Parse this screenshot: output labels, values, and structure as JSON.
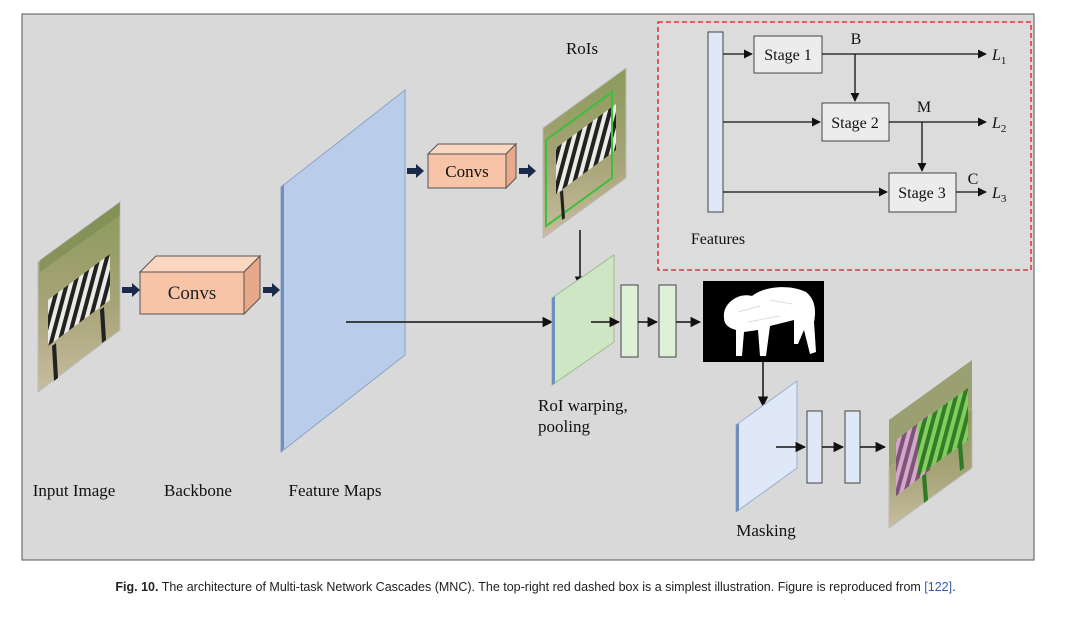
{
  "diagram": {
    "backbone_box": "Convs",
    "roi_box": "Convs",
    "labels": {
      "input_image": "Input Image",
      "backbone": "Backbone",
      "feature_maps": "Feature Maps",
      "rois": "RoIs",
      "roi_warping_line1": "RoI warping,",
      "roi_warping_line2": "pooling",
      "masking": "Masking",
      "features": "Features"
    },
    "inset": {
      "stage1": "Stage 1",
      "stage2": "Stage 2",
      "stage3": "Stage 3",
      "out_b": "B",
      "out_m": "M",
      "out_c": "C",
      "loss_symbol": "L",
      "loss1_sub": "1",
      "loss2_sub": "2",
      "loss3_sub": "3"
    }
  },
  "caption": {
    "fig_num": "Fig. 10.",
    "text_before_ref": " The architecture of Multi-task Network Cascades (MNC). The top-right red dashed box is a simplest illustration. Figure is reproduced from ",
    "ref": "[122]",
    "text_after_ref": "."
  },
  "colors": {
    "panel_bg": "#d9d9d9",
    "inset_border": "#e03a3a",
    "conv_box": "#f7c4a8",
    "feature_map": "#b9cdea",
    "roi_pool": "#cfe6c4",
    "mask_plane": "#dfe8f6"
  }
}
